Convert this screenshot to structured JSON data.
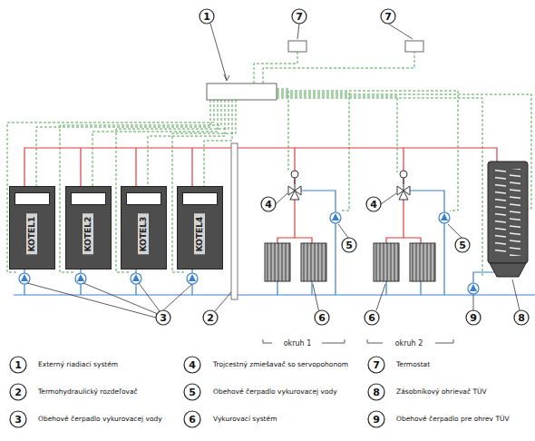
{
  "diagram": {
    "nodes": [
      {
        "text": [
          "KOTEL1"
        ]
      },
      {
        "text": [
          "KOTEL2"
        ]
      },
      {
        "text": [
          "KOTEL3"
        ]
      },
      {
        "text": [
          "KOTEL4"
        ]
      }
    ],
    "labels": [
      "1",
      "7",
      "7",
      "3",
      "2",
      "4",
      "4",
      "5",
      "5",
      "6",
      "6",
      "8",
      "9",
      "okruh 1",
      "okruh 2",
      "1",
      "2",
      "3",
      "4",
      "5",
      "6",
      "7",
      "8",
      "9"
    ],
    "legend": [
      {
        "text": "Externý riadiaci systém"
      },
      {
        "text": "Termohydraulický rozdeľovač"
      },
      {
        "text": "Obehové čerpadlo vykurovacej vody"
      },
      {
        "text": "Trojcestný zmiešavač so servopohonom"
      },
      {
        "text": "Obehové čerpadlo vykurovacej vody"
      },
      {
        "text": "Vykurovací systém"
      },
      {
        "text": "Termostat"
      },
      {
        "text": "Zásobníkový ohrievač TÚV"
      },
      {
        "text": "Obehové čerpadlo pre ohrev TÚV"
      }
    ]
  }
}
